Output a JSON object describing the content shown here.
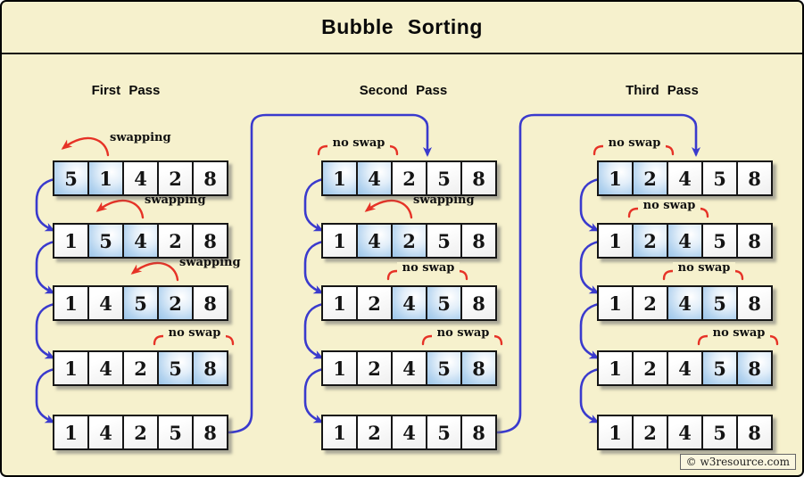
{
  "title": "Bubble Sorting",
  "watermark": "© w3resource.com",
  "colors": {
    "background": "#f6f1cd",
    "arrow_blue": "#3a3acd",
    "arrow_red": "#e63226",
    "cell_highlight": "#9cc5e9",
    "cell_border": "#161616"
  },
  "labels": {
    "swapping": "swapping",
    "no_swap": "no swap"
  },
  "passes": [
    {
      "name": "First Pass",
      "rows": [
        {
          "cells": [
            5,
            1,
            4,
            2,
            8
          ],
          "highlight": [
            0,
            1
          ],
          "label": "swapping"
        },
        {
          "cells": [
            1,
            5,
            4,
            2,
            8
          ],
          "highlight": [
            1,
            2
          ],
          "label": "swapping"
        },
        {
          "cells": [
            1,
            4,
            5,
            2,
            8
          ],
          "highlight": [
            2,
            3
          ],
          "label": "swapping"
        },
        {
          "cells": [
            1,
            4,
            2,
            5,
            8
          ],
          "highlight": [
            3,
            4
          ],
          "label": "no swap"
        },
        {
          "cells": [
            1,
            4,
            2,
            5,
            8
          ],
          "highlight": [],
          "label": null
        }
      ]
    },
    {
      "name": "Second Pass",
      "rows": [
        {
          "cells": [
            1,
            4,
            2,
            5,
            8
          ],
          "highlight": [
            0,
            1
          ],
          "label": "no swap"
        },
        {
          "cells": [
            1,
            4,
            2,
            5,
            8
          ],
          "highlight": [
            1,
            2
          ],
          "label": "swapping"
        },
        {
          "cells": [
            1,
            2,
            4,
            5,
            8
          ],
          "highlight": [
            2,
            3
          ],
          "label": "no swap"
        },
        {
          "cells": [
            1,
            2,
            4,
            5,
            8
          ],
          "highlight": [
            3,
            4
          ],
          "label": "no swap"
        },
        {
          "cells": [
            1,
            2,
            4,
            5,
            8
          ],
          "highlight": [],
          "label": null
        }
      ]
    },
    {
      "name": "Third Pass",
      "rows": [
        {
          "cells": [
            1,
            2,
            4,
            5,
            8
          ],
          "highlight": [
            0,
            1
          ],
          "label": "no swap"
        },
        {
          "cells": [
            1,
            2,
            4,
            5,
            8
          ],
          "highlight": [
            1,
            2
          ],
          "label": "no swap"
        },
        {
          "cells": [
            1,
            2,
            4,
            5,
            8
          ],
          "highlight": [
            2,
            3
          ],
          "label": "no swap"
        },
        {
          "cells": [
            1,
            2,
            4,
            5,
            8
          ],
          "highlight": [
            3,
            4
          ],
          "label": "no swap"
        },
        {
          "cells": [
            1,
            2,
            4,
            5,
            8
          ],
          "highlight": [],
          "label": null
        }
      ]
    }
  ]
}
